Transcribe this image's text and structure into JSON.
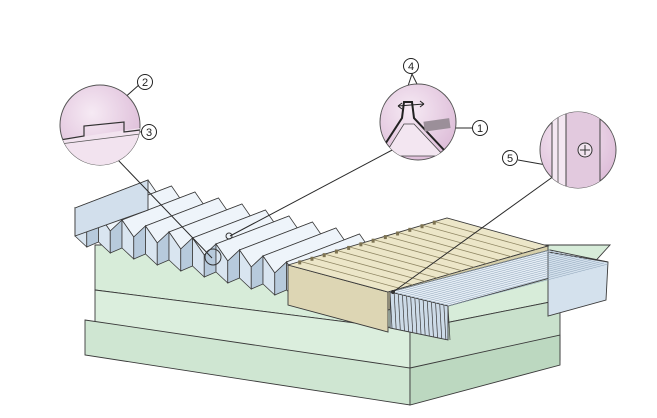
{
  "diagram": {
    "callouts": [
      {
        "id": "c1",
        "label": "1"
      },
      {
        "id": "c2",
        "label": "2"
      },
      {
        "id": "c3",
        "label": "3"
      },
      {
        "id": "c4",
        "label": "4"
      },
      {
        "id": "c5",
        "label": "5"
      }
    ],
    "colors": {
      "base": "#dbeedd",
      "base_edge": "#c3dcc6",
      "bellows_light": "#e9f1f8",
      "bellows_dark": "#b9ccdd",
      "slat_plate": "#ece6c8",
      "slat_plate_side": "#ddd6b4",
      "magnifier": "#e7cfe3",
      "magnifier_edge": "#c9a8c4"
    }
  }
}
